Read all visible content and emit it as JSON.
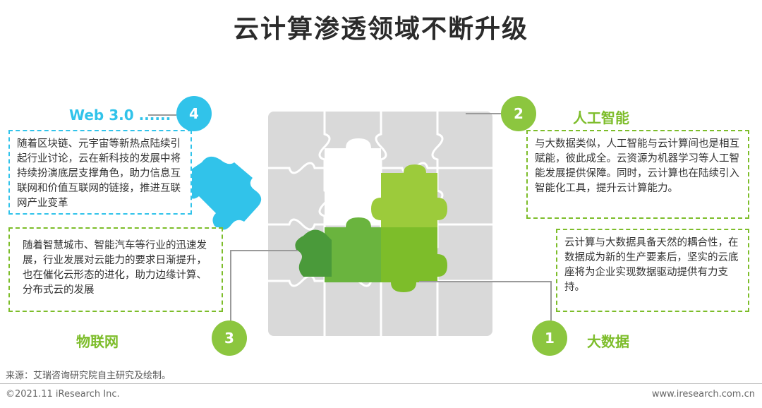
{
  "title": "云计算渗透领域不断升级",
  "items": [
    {
      "number": "4",
      "label": "Web 3.0 ......",
      "text": "随着区块链、元宇宙等新热点陆续引起行业讨论，云在新科技的发展中将持续扮演底层支撑角色，助力信息互联网和价值互联网的链接，推进互联网产业变革"
    },
    {
      "number": "2",
      "label": "人工智能",
      "text": "与大数据类似，人工智能与云计算间也是相互赋能，彼此成全。云资源为机器学习等人工智能发展提供保障。同时，云计算也在陆续引入智能化工具，提升云计算能力。"
    },
    {
      "number": "3",
      "label": "物联网",
      "text": "随着智慧城市、智能汽车等行业的迅速发展，行业发展对云能力的要求日渐提升，也在催化云形态的进化，助力边缘计算、分布式云的发展"
    },
    {
      "number": "1",
      "label": "大数据",
      "text": "云计算与大数据具备天然的耦合性，在数据成为新的生产要素后，坚实的云底座将为企业实现数据驱动提供有力支持。"
    }
  ],
  "colors": {
    "blue": "#31c3ea",
    "green": "#7dbd2a",
    "circle_green": "#8cc63f",
    "piece_yellow_green": "#9ccb3b",
    "piece_mid_green": "#6ab43e",
    "piece_dark_green": "#4a9a3a",
    "piece_light_green": "#7dbd2a",
    "board_gray": "#d9d9d9"
  },
  "source": "来源：艾瑞咨询研究院自主研究及绘制。",
  "footer": {
    "left": "©2021.11 iResearch Inc.",
    "right": "www.iresearch.com.cn"
  }
}
